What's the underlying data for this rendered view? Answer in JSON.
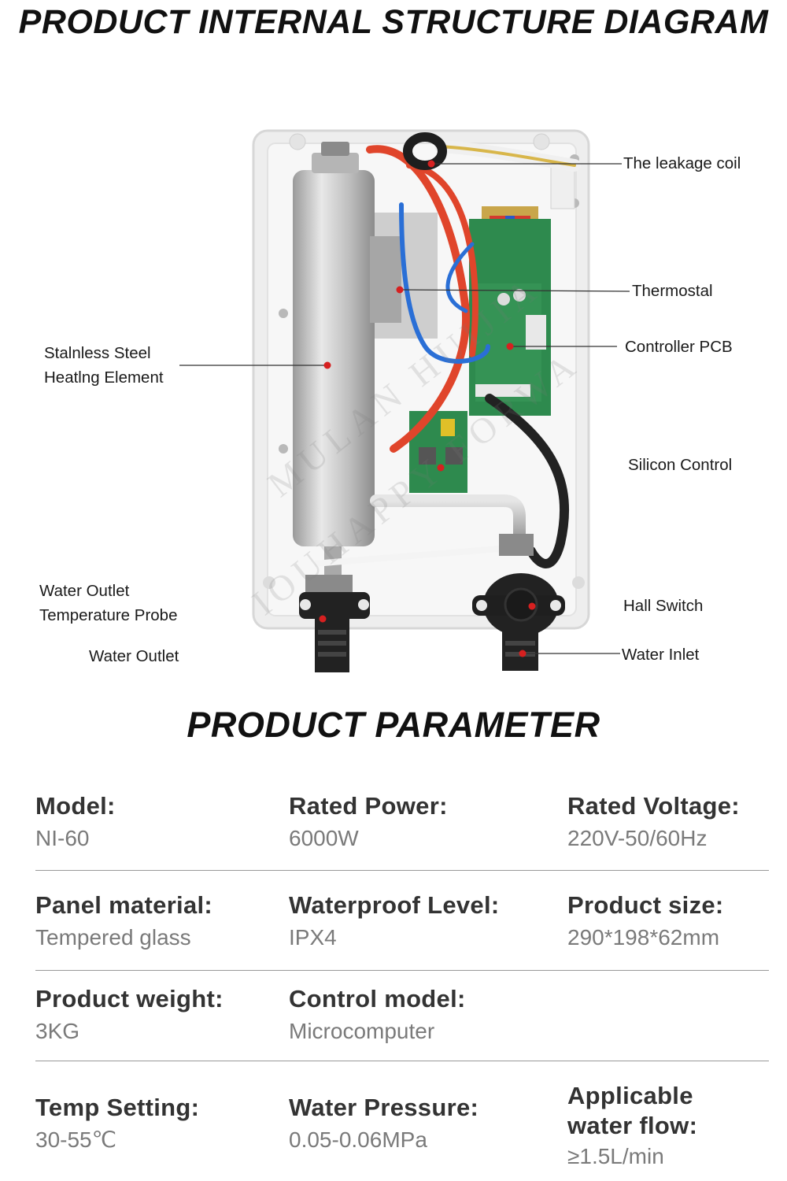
{
  "headings": {
    "structure_title": "PRODUCT INTERNAL STRUCTURE DIAGRAM",
    "parameter_title": "PRODUCT PARAMETER"
  },
  "diagram": {
    "callouts": {
      "leakage_coil": "The leakage coil",
      "thermostat": "Thermostal",
      "controller_pcb": "Controller PCB",
      "silicon_control": "Silicon Control",
      "hall_switch": "Hall Switch",
      "water_inlet": "Water Inlet",
      "heating_element_line1": "Stalnless Steel",
      "heating_element_line2": "Heatlng Element",
      "probe_line1": "Water Outlet",
      "probe_line2": "Temperature Probe",
      "water_outlet": "Water Outlet"
    },
    "watermark": {
      "line1": "MULAN HUIJIA",
      "line2": "IOUHAPPY FORWA"
    },
    "colors": {
      "callout_dot": "#d62020",
      "heater_body": "#c9c9c9",
      "pcb": "#2e8a4e",
      "wire_red": "#e0452b",
      "wire_blue": "#2a6fd6",
      "wire_black": "#222222",
      "case": "#f2f2f2"
    }
  },
  "parameters": {
    "rows": [
      [
        {
          "label": "Model:",
          "value": "NI-60"
        },
        {
          "label": "Rated Power:",
          "value": "6000W"
        },
        {
          "label": "Rated Voltage:",
          "value": "220V-50/60Hz"
        }
      ],
      [
        {
          "label": "Panel material:",
          "value": "Tempered glass"
        },
        {
          "label": "Waterproof Level:",
          "value": "IPX4"
        },
        {
          "label": "Product size:",
          "value": "290*198*62mm"
        }
      ],
      [
        {
          "label": "Product weight:",
          "value": "3KG"
        },
        {
          "label": "Control model:",
          "value": "Microcomputer"
        }
      ],
      [
        {
          "label": "Temp Setting:",
          "value": "30-55℃"
        },
        {
          "label": "Water Pressure:",
          "value": "0.05-0.06MPa"
        },
        {
          "label_line1": "Applicable",
          "label_line2": "water flow:",
          "value": "≥1.5L/min"
        }
      ]
    ]
  }
}
